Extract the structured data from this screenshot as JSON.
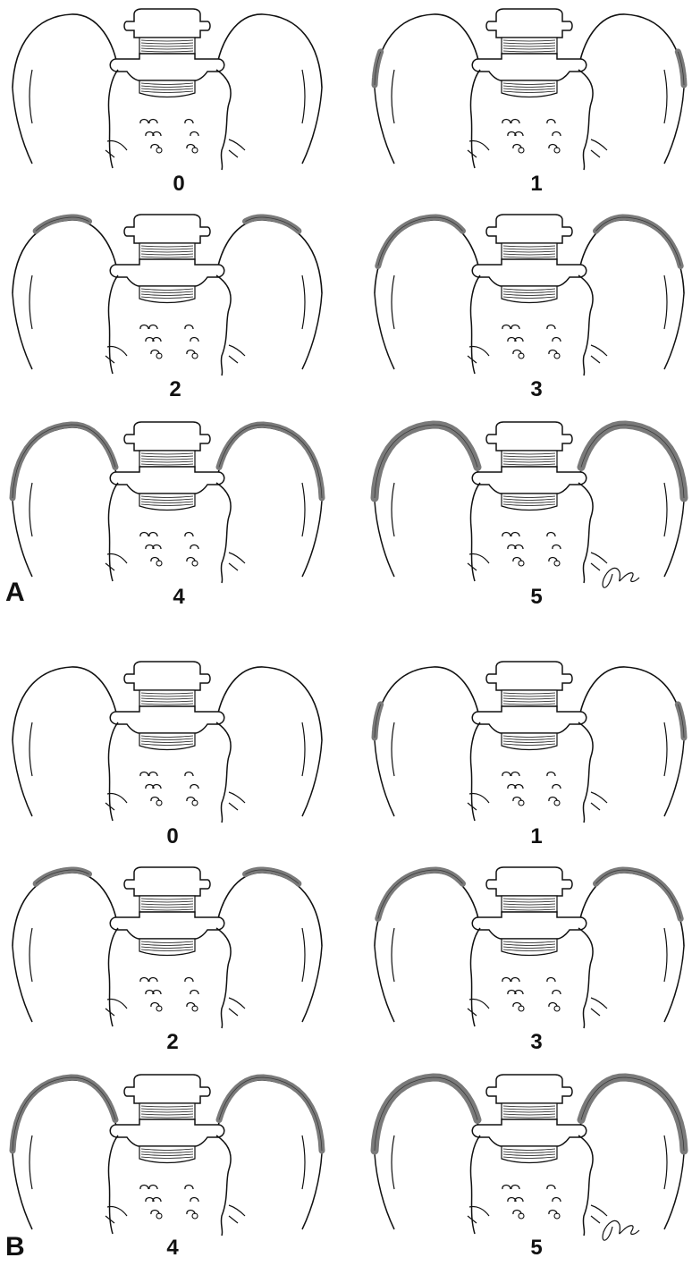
{
  "figure": {
    "panels": [
      {
        "letter": "A",
        "grades": [
          {
            "label": "0",
            "ossification_level": 0
          },
          {
            "label": "1",
            "ossification_level": 1
          },
          {
            "label": "2",
            "ossification_level": 2
          },
          {
            "label": "3",
            "ossification_level": 3
          },
          {
            "label": "4",
            "ossification_level": 4
          },
          {
            "label": "5",
            "ossification_level": 5
          }
        ],
        "signature": "JKG"
      },
      {
        "letter": "B",
        "grades": [
          {
            "label": "0",
            "ossification_level": 0
          },
          {
            "label": "1",
            "ossification_level": 1
          },
          {
            "label": "2",
            "ossification_level": 2
          },
          {
            "label": "3",
            "ossification_level": 3
          },
          {
            "label": "4",
            "ossification_level": 4
          },
          {
            "label": "5",
            "ossification_level": 5
          }
        ],
        "signature": "JKG"
      }
    ],
    "colors": {
      "line": "#111111",
      "apophysis_fill": "#7a7a7a",
      "background": "#ffffff"
    }
  }
}
